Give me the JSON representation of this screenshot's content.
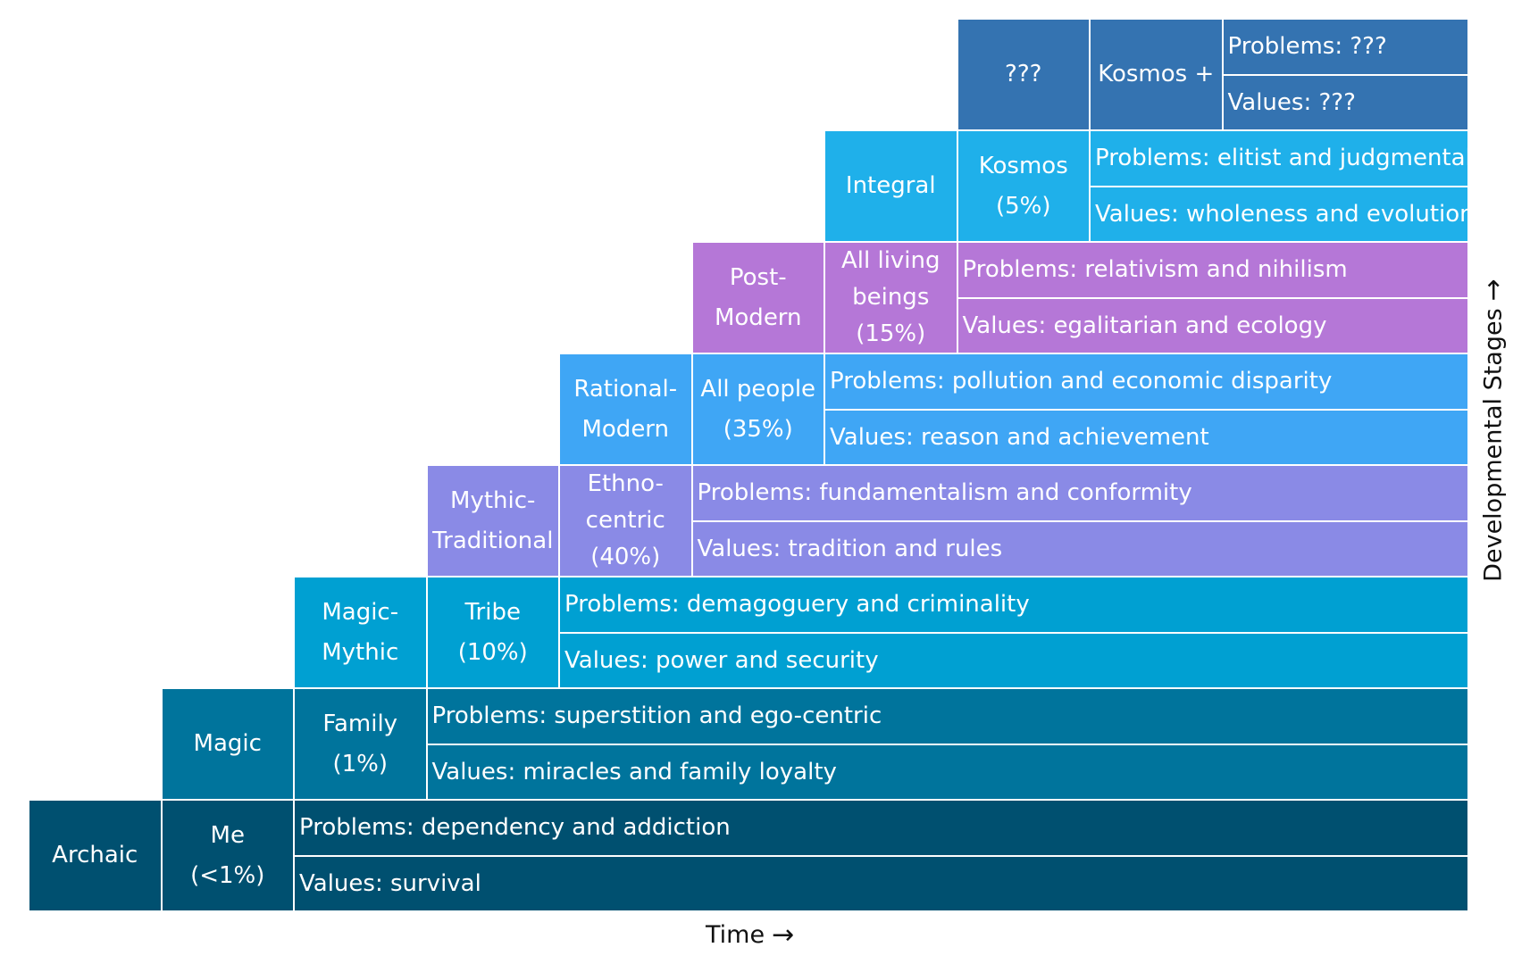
{
  "axes": {
    "x_label": "Time",
    "y_label": "Developmental Stages"
  },
  "stages": [
    {
      "name": "Archaic",
      "identity": [
        "Me",
        "(<1%)"
      ],
      "problems": "Problems: dependency and addiction",
      "values": "Values: survival",
      "color": "#005070"
    },
    {
      "name": "Magic",
      "identity": [
        "Family",
        "(1%)"
      ],
      "problems": "Problems: superstition and ego-centric",
      "values": "Values: miracles and family loyalty",
      "color": "#00749c"
    },
    {
      "name": "Magic-Mythic",
      "identity": [
        "Tribe",
        "(10%)"
      ],
      "problems": "Problems: demagoguery and criminality",
      "values": "Values: power and security",
      "color": "#00a0d2"
    },
    {
      "name": "Mythic-Traditional",
      "identity": [
        "Ethno-",
        "centric",
        "(40%)"
      ],
      "problems": "Problems: fundamentalism and conformity",
      "values": "Values: tradition and rules",
      "color": "#8a8ae6"
    },
    {
      "name": "Rational-Modern",
      "identity": [
        "All people",
        "(35%)"
      ],
      "problems": "Problems: pollution and economic disparity",
      "values": "Values: reason and achievement",
      "color": "#3fa6f5"
    },
    {
      "name": "Post-Modern",
      "identity": [
        "All living",
        "beings",
        "(15%)"
      ],
      "problems": "Problems: relativism and nihilism",
      "values": "Values: egalitarian and ecology",
      "color": "#b577d7"
    },
    {
      "name": "Integral",
      "identity": [
        "Kosmos",
        "(5%)"
      ],
      "problems": "Problems: elitist and judgmental",
      "values": "Values: wholeness and evolution",
      "color": "#1fb0ea"
    },
    {
      "name": "???",
      "identity": [
        "Kosmos +"
      ],
      "problems": "Problems: ???",
      "values": "Values: ???",
      "color": "#3473b1"
    }
  ]
}
